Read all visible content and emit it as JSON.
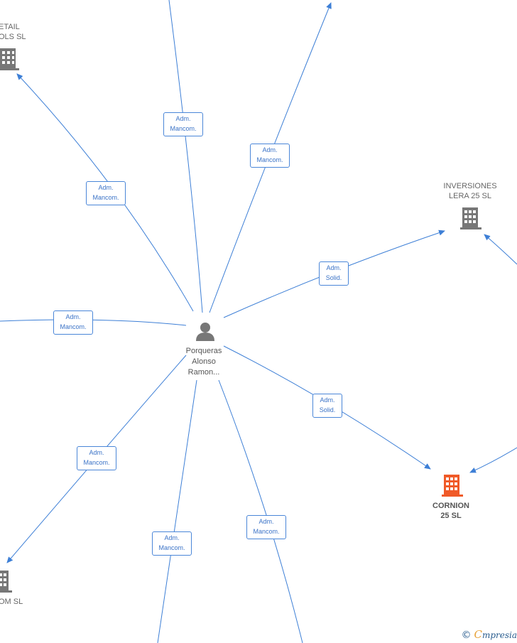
{
  "center": {
    "label_lines": [
      "Porqueras",
      "Alonso",
      "Ramon..."
    ]
  },
  "companies": [
    {
      "id": "retail",
      "label_lines": [
        "ETAIL",
        "OLS  SL"
      ],
      "color": "#777777"
    },
    {
      "id": "inversiones",
      "label_lines": [
        "INVERSIONES",
        "LERA 25  SL"
      ],
      "color": "#777777"
    },
    {
      "id": "cornion",
      "label_lines": [
        "CORNION",
        "25  SL"
      ],
      "color": "#f05a28"
    },
    {
      "id": "om",
      "label_lines": [
        "OM SL"
      ],
      "color": "#777777"
    }
  ],
  "edges": [
    {
      "id": "e-top-left",
      "label_lines": [
        "Adm.",
        "Mancom."
      ]
    },
    {
      "id": "e-top-right",
      "label_lines": [
        "Adm.",
        "Mancom."
      ]
    },
    {
      "id": "e-retail",
      "label_lines": [
        "Adm.",
        "Mancom."
      ]
    },
    {
      "id": "e-left",
      "label_lines": [
        "Adm.",
        "Mancom."
      ]
    },
    {
      "id": "e-inversiones",
      "label_lines": [
        "Adm.",
        "Solid."
      ]
    },
    {
      "id": "e-cornion",
      "label_lines": [
        "Adm.",
        "Solid."
      ]
    },
    {
      "id": "e-om",
      "label_lines": [
        "Adm.",
        "Mancom."
      ]
    },
    {
      "id": "e-bottom-left",
      "label_lines": [
        "Adm.",
        "Mancom."
      ]
    },
    {
      "id": "e-bottom-right",
      "label_lines": [
        "Adm.",
        "Mancom."
      ]
    }
  ],
  "brand": {
    "symbol": "©",
    "initial": "C",
    "rest": "mpresia"
  },
  "colors": {
    "edge": "#3d7fd6",
    "person": "#777777",
    "focus": "#f05a28"
  }
}
